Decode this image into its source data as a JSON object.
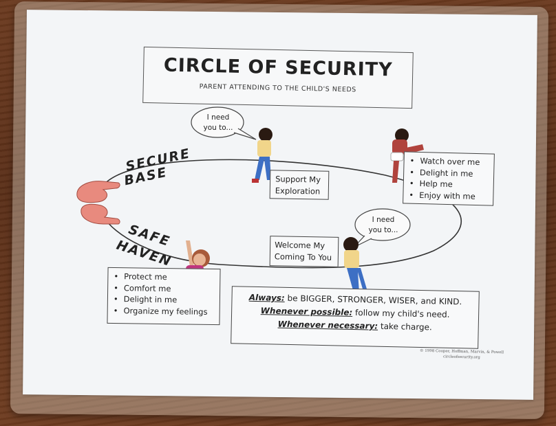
{
  "poster": {
    "title": "CIRCLE OF SECURITY",
    "subtitle": "PARENT ATTENDING TO THE CHILD'S NEEDS",
    "labels": {
      "secure_base_1": "SECURE",
      "secure_base_2": "BASE",
      "safe_haven_1": "SAFE",
      "safe_haven_2": "HAVEN"
    },
    "bubble_top": {
      "line1": "I need",
      "line2": "you to..."
    },
    "bubble_right": {
      "line1": "I need",
      "line2": "you to..."
    },
    "support_box": {
      "line1": "Support My",
      "line2": "Exploration"
    },
    "welcome_box": {
      "line1": "Welcome My",
      "line2": "Coming To You"
    },
    "top_needs": [
      "Watch over me",
      "Delight in me",
      "Help me",
      "Enjoy with me"
    ],
    "bottom_needs": [
      "Protect me",
      "Comfort me",
      "Delight in me",
      "Organize my feelings"
    ],
    "bottom_box": {
      "always_label": "Always:",
      "always_text": " be BIGGER, STRONGER, WISER, and KIND.",
      "possible_label": "Whenever possible:",
      "possible_text": " follow my child's need.",
      "necessary_label": "Whenever necessary:",
      "necessary_text": " take charge."
    },
    "copyright": {
      "line1": "© 1998 Cooper, Hoffman, Marvin, & Powell",
      "line2": "circleofsecurity.org"
    },
    "colors": {
      "hands": "#e88a7e",
      "paper": "#f3f5f7",
      "wood": "#5a2f18"
    }
  }
}
